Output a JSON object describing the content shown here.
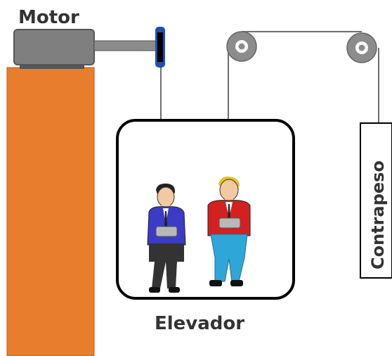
{
  "labels": {
    "motor": "Motor",
    "elevator": "Elevador",
    "counterweight": "Contrapeso"
  },
  "colors": {
    "tower": "#E87E2C",
    "tower_stroke": "#B55E1A",
    "motor_body": "#7F7F7F",
    "motor_dark": "#555555",
    "pulley_blue": "#1F4FA8",
    "pulley_grey": "#8C8C8C",
    "cable": "#6E6E6E",
    "outline": "#000000",
    "man_left_coat": "#3B3BC8",
    "man_right_coat": "#D42020",
    "man_right_pants": "#2FA6D8",
    "man_right_hair": "#E8C21E"
  },
  "icons": {
    "person_left": "man-in-blue-coat-icon",
    "person_right": "man-in-red-coat-icon"
  }
}
